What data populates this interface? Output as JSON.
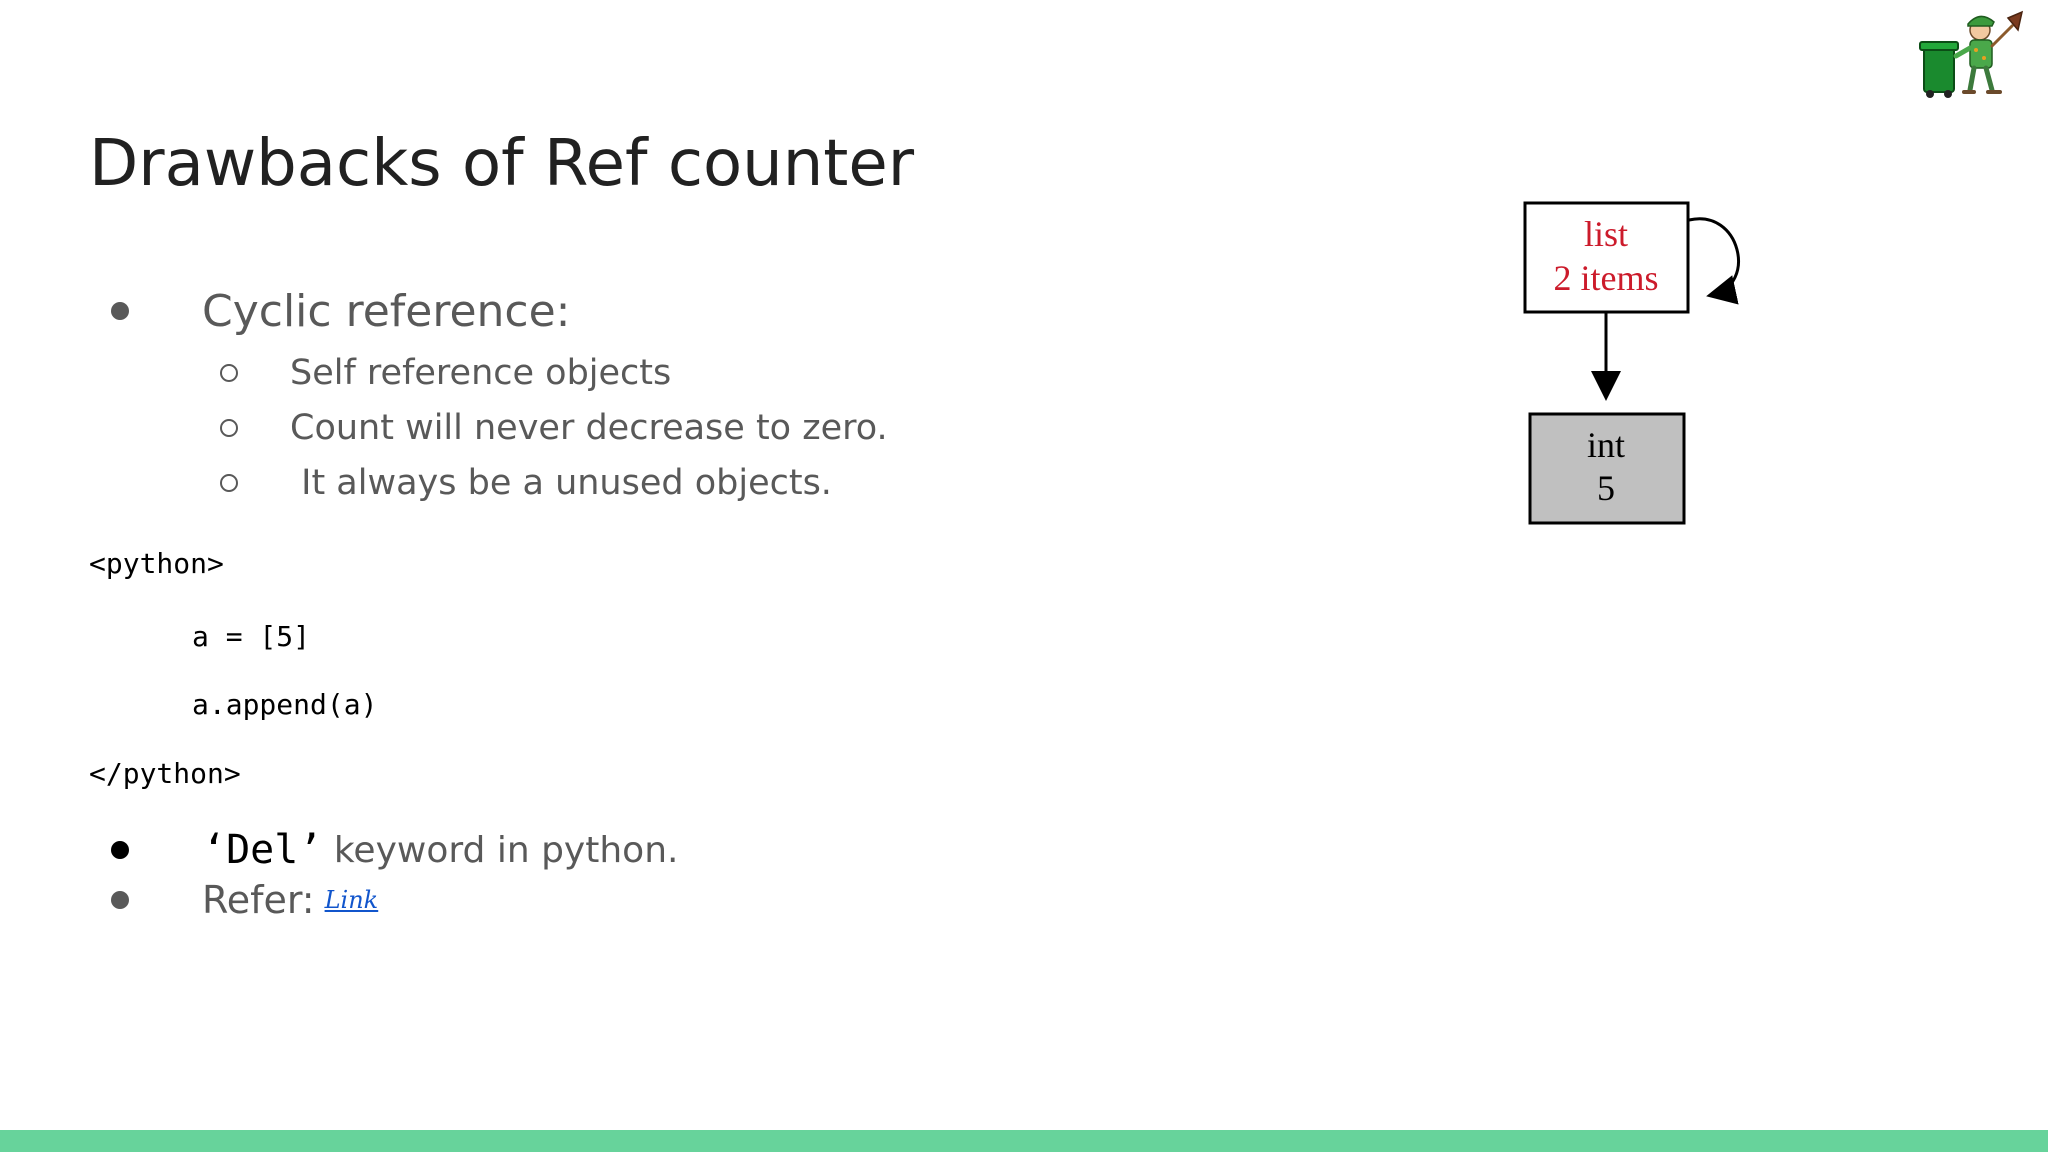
{
  "title": "Drawbacks of Ref counter",
  "bullets": {
    "cyclic": "Cyclic reference:",
    "sub": [
      "Self reference objects",
      "Count will never decrease to zero.",
      " It always be a unused objects."
    ],
    "del_keyword": "‘Del’",
    "del_rest": " keyword in python.",
    "refer": "Refer:",
    "refer_link": "Link"
  },
  "code": {
    "open_tag": "<python>",
    "line1": "a = [5]",
    "line2": "a.append(a)",
    "close_tag": "</python>"
  },
  "diagram": {
    "list_label": "list",
    "list_items": "2 items",
    "int_label": "int",
    "int_value": "5",
    "list_text_color": "#cc1b2b",
    "int_fill": "#c0c0c0"
  },
  "colors": {
    "title": "#212121",
    "body": "#595959",
    "link": "#1155cc",
    "bottom_bar": "#67d39b"
  },
  "icons": {
    "mascot": "garbage-collector-mascot-icon"
  }
}
